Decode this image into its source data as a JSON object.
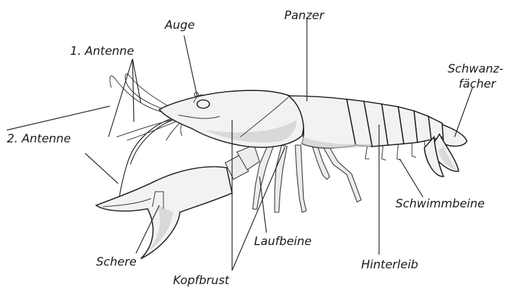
{
  "labels": {
    "auge": "Auge",
    "panzer": "Panzer",
    "antenne1": "1. Antenne",
    "antenne2": "2. Antenne",
    "schwanz1": "Schwanz-",
    "schwanz2": "fächer",
    "schwimmbeine": "Schwimmbeine",
    "laufbeine": "Laufbeine",
    "hinterleib": "Hinterleib",
    "schere": "Schere",
    "kopfbrust": "Kopfbrust"
  }
}
